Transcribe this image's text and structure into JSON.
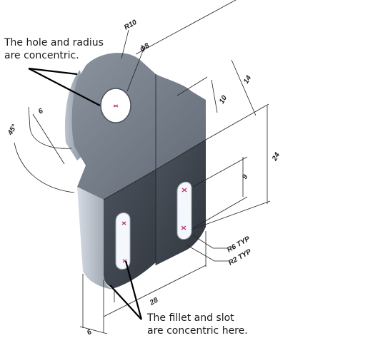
{
  "annotations": {
    "top_note_line1": "The hole and radius",
    "top_note_line2": "are concentric.",
    "bottom_note_line1": "The fillet and slot",
    "bottom_note_line2": "are concentric here."
  },
  "dimensions": {
    "r10": "R10",
    "phi8": "ϕ8",
    "d14": "14",
    "d10": "10",
    "d24": "24",
    "d9": "9",
    "d6_top": "6",
    "d45": "45°",
    "r6": "R6 TYP",
    "r2": "R2 TYP",
    "d28": "28",
    "d6_bottom": "6"
  },
  "colors": {
    "top_face": "#6d7683",
    "side_face": "#3f464f",
    "edge_highlight": "#c8d0da",
    "slot_light": "#f4f7fb",
    "center_mark": "#b0306a"
  }
}
